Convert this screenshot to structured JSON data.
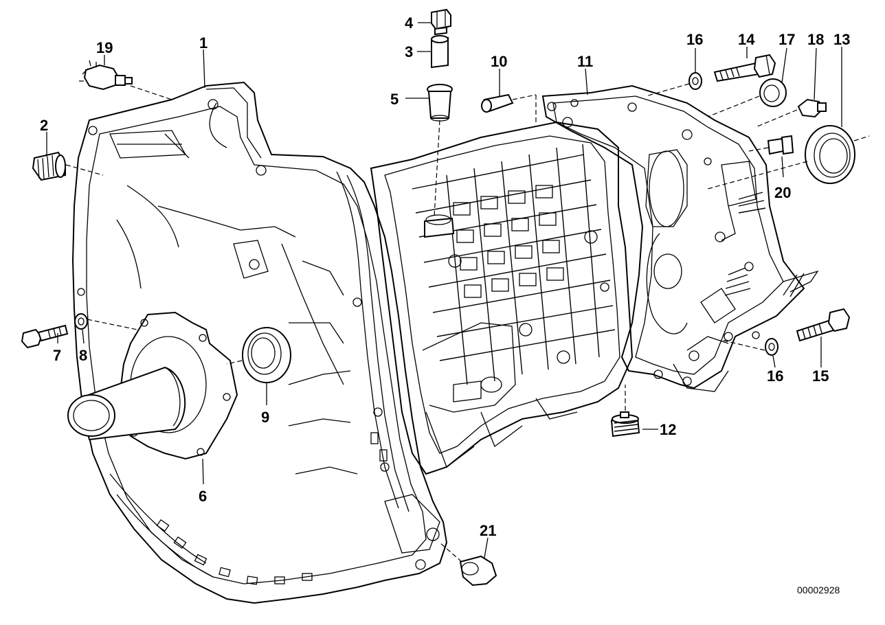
{
  "diagram": {
    "callouts": {
      "c1": "1",
      "c2": "2",
      "c3": "3",
      "c4": "4",
      "c5": "5",
      "c6": "6",
      "c7": "7",
      "c8": "8",
      "c9": "9",
      "c10": "10",
      "c11": "11",
      "c12": "12",
      "c13": "13",
      "c14": "14",
      "c15": "15",
      "c16a": "16",
      "c16b": "16",
      "c17": "17",
      "c18": "18",
      "c19": "19",
      "c20": "20",
      "c21": "21"
    },
    "reference_number": "00002928"
  }
}
